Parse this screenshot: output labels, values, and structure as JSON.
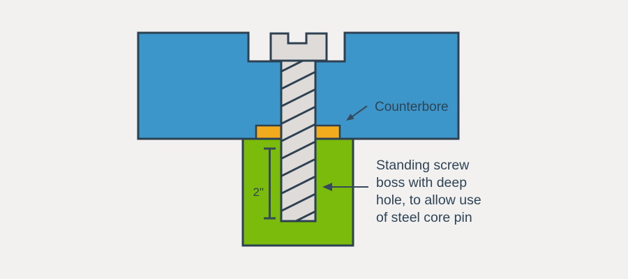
{
  "diagram": {
    "type": "mold-screw-boss-cross-section",
    "labels": {
      "counterbore": "Counterbore",
      "dimension": "2\"",
      "note_lines": [
        "Standing screw",
        "boss with deep",
        "hole, to allow use",
        "of steel core pin"
      ]
    },
    "colors": {
      "background": "#f2f1f0",
      "plate_blue": "#3c96c9",
      "counterbore_orange": "#f3ab1e",
      "boss_green": "#7abb0c",
      "screw_gray": "#dedbd8",
      "outline_dark": "#2e4152",
      "text_dark": "#2e4456",
      "arrow_dark": "#37495a"
    }
  }
}
